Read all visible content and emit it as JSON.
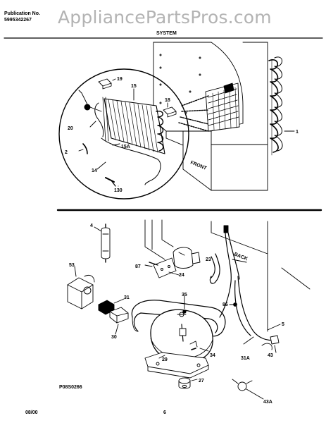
{
  "header": {
    "pub_label": "Publication No.",
    "pub_number": "5995342267",
    "watermark": "AppliancePartsPros.com",
    "section": "SYSTEM"
  },
  "top_callouts": {
    "c19": "19",
    "c15": "15",
    "c18": "18",
    "c20": "20",
    "c15a": "15A",
    "c2": "2",
    "c14": "14",
    "c130": "130",
    "c1": "1",
    "front": "FRONT"
  },
  "bottom_callouts": {
    "c4": "4",
    "c53": "53",
    "c31": "31",
    "c30": "30",
    "c87": "87",
    "c24": "24",
    "c23": "23",
    "back": "BACK",
    "c35": "35",
    "c86": "86",
    "c5": "5",
    "c29": "29",
    "c34": "34",
    "c31a": "31A",
    "c43": "43",
    "c27": "27",
    "c43a": "43A",
    "fig": "P08S0266"
  },
  "footer": {
    "date": "08/00",
    "page": "6"
  }
}
